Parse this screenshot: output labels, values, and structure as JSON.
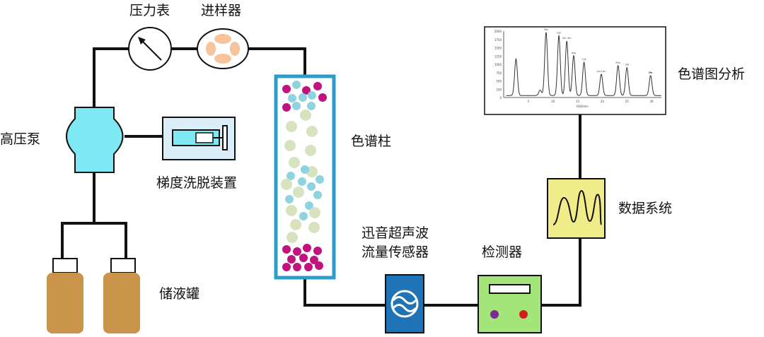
{
  "labels": {
    "pressure_gauge": "压力表",
    "injector": "进样器",
    "high_pressure_pump": "高压泵",
    "gradient_elution": "梯度洗脱装置",
    "column": "色谱柱",
    "reservoir": "储液罐",
    "flow_sensor_line1": "迅音超声波",
    "flow_sensor_line2": "流量传感器",
    "detector": "检测器",
    "data_system": "数据系统",
    "chromatogram": "色谱图分析"
  },
  "chromatogram_mini": {
    "y_tick_labels": [
      "2000",
      "1750",
      "1500",
      "1250",
      "1000",
      "750",
      "500",
      "250",
      "0"
    ],
    "x_tick_labels": [
      "5",
      "10",
      "15",
      "20",
      "25",
      "30"
    ],
    "x_label": "时间/min",
    "peak_labels": [
      "Ma",
      "Gly",
      "Ser Glu",
      "Asp",
      "Cys",
      "Lys Leu",
      "Phe",
      "Val",
      "Ile",
      "Pro"
    ]
  },
  "colors": {
    "pipe": "#111111",
    "pump": "#7ee9f5",
    "column_border": "#2e9ccb",
    "magenta_bead": "#c0137d",
    "cyan_bead": "#8fd3e0",
    "green_bead": "#d7e2bf",
    "bottle": "#c9954a",
    "sensor": "#1f74b8",
    "detector": "#a4e57a",
    "data_system": "#f1ec8a"
  }
}
